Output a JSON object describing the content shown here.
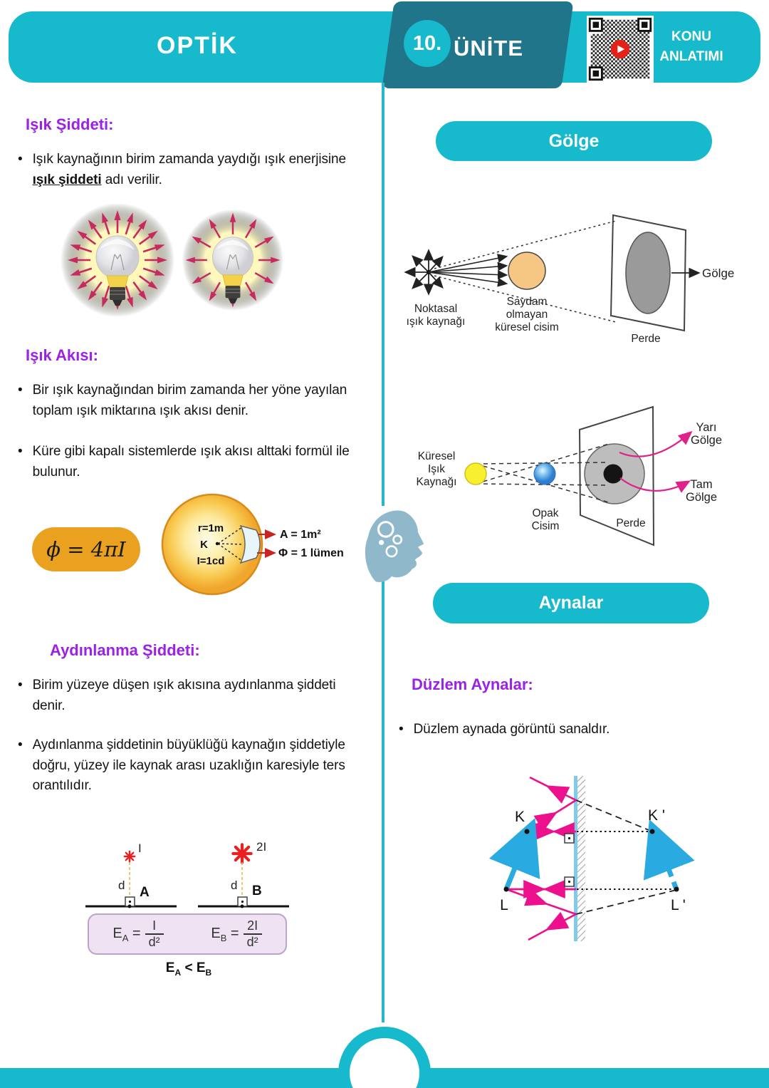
{
  "header": {
    "title": "OPTİK",
    "unit_number": "10.",
    "unit_word": "ÜNİTE",
    "qr_line1": "KONU",
    "qr_line2": "ANLATIMI"
  },
  "left": {
    "isik_siddeti": {
      "heading": "Işık Şiddeti:",
      "b1_pre": "Işık kaynağının birim zamanda yaydığı ışık enerjisine ",
      "b1_bold": "ışık şiddeti",
      "b1_post": " adı verilir."
    },
    "isik_akisi": {
      "heading": "Işık Akısı:",
      "b1": "Bir ışık kaynağından birim zamanda her yöne yayılan toplam ışık miktarına ışık akısı denir.",
      "b2": "Küre gibi kapalı sistemlerde ışık akısı alttaki formül ile bulunur.",
      "formula": "ϕ = 4πI",
      "sphere": {
        "r": "r=1m",
        "k": "K",
        "i": "I=1cd",
        "area": "A = 1m²",
        "flux": "Φ = 1 lümen"
      }
    },
    "aydinlanma": {
      "heading": "Aydınlanma Şiddeti:",
      "b1": "Birim yüzeye düşen ışık akısına aydınlanma şiddeti denir.",
      "b2": "Aydınlanma şiddetinin büyüklüğü kaynağın şiddetiyle doğru, yüzey ile kaynak arası uzaklığın karesiyle ters orantılıdır.",
      "diagram": {
        "src_a": "I",
        "src_b": "2I",
        "d_a": "d",
        "d_b": "d",
        "pt_a": "A",
        "pt_b": "B",
        "eq_a": {
          "sym": "E",
          "sub": "A",
          "num": "I",
          "den": "d²"
        },
        "eq_b": {
          "sym": "E",
          "sub": "B",
          "num": "2I",
          "den": "d²"
        },
        "cmp": {
          "l": "E",
          "lsub": "A",
          "op": "<",
          "r": "E",
          "rsub": "B"
        }
      }
    }
  },
  "right": {
    "golge_pill": "Gölge",
    "shadow1": {
      "source": [
        "Noktasal",
        "ışık kaynağı"
      ],
      "object": [
        "Saydam",
        "olmayan",
        "küresel cisim"
      ],
      "screen": "Perde",
      "shadow": "Gölge"
    },
    "shadow2": {
      "source": [
        "Küresel",
        "Işık",
        "Kaynağı"
      ],
      "object": [
        "Opak",
        "Cisim"
      ],
      "screen": "Perde",
      "penumbra": [
        "Yarı",
        "Gölge"
      ],
      "umbra": [
        "Tam",
        "Gölge"
      ]
    },
    "aynalar_pill": "Aynalar",
    "duzlem": {
      "heading": "Düzlem Aynalar:",
      "b1": "Düzlem aynada görüntü sanaldır.",
      "mirror": {
        "k": "K",
        "k_img": "K '",
        "l": "L",
        "l_img": "L '"
      }
    }
  },
  "colors": {
    "teal": "#17b9cc",
    "dark_teal": "#20758a",
    "purple": "#9b21e6",
    "magenta": "#ec108c",
    "blue": "#29abe2",
    "gold": "#eaa120"
  }
}
